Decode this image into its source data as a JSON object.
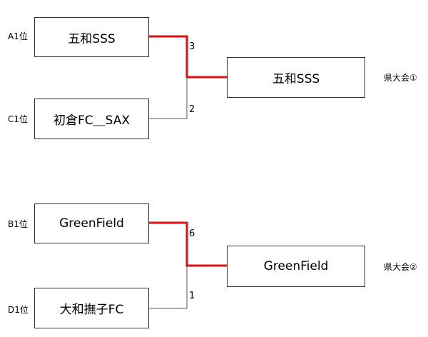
{
  "colors": {
    "winner_line": "#e01010",
    "loser_line": "#555555"
  },
  "bracket1": {
    "teams": [
      {
        "seed": "A1位",
        "name": "五和SSS",
        "score": "3"
      },
      {
        "seed": "C1位",
        "name": "初倉FC＿SAX",
        "score": "2"
      }
    ],
    "winner": {
      "name": "五和SSS",
      "qualification": "県大会①"
    }
  },
  "bracket2": {
    "teams": [
      {
        "seed": "B1位",
        "name": "GreenField",
        "score": "6"
      },
      {
        "seed": "D1位",
        "name": "大和撫子FC",
        "score": "1"
      }
    ],
    "winner": {
      "name": "GreenField",
      "qualification": "県大会②"
    }
  }
}
